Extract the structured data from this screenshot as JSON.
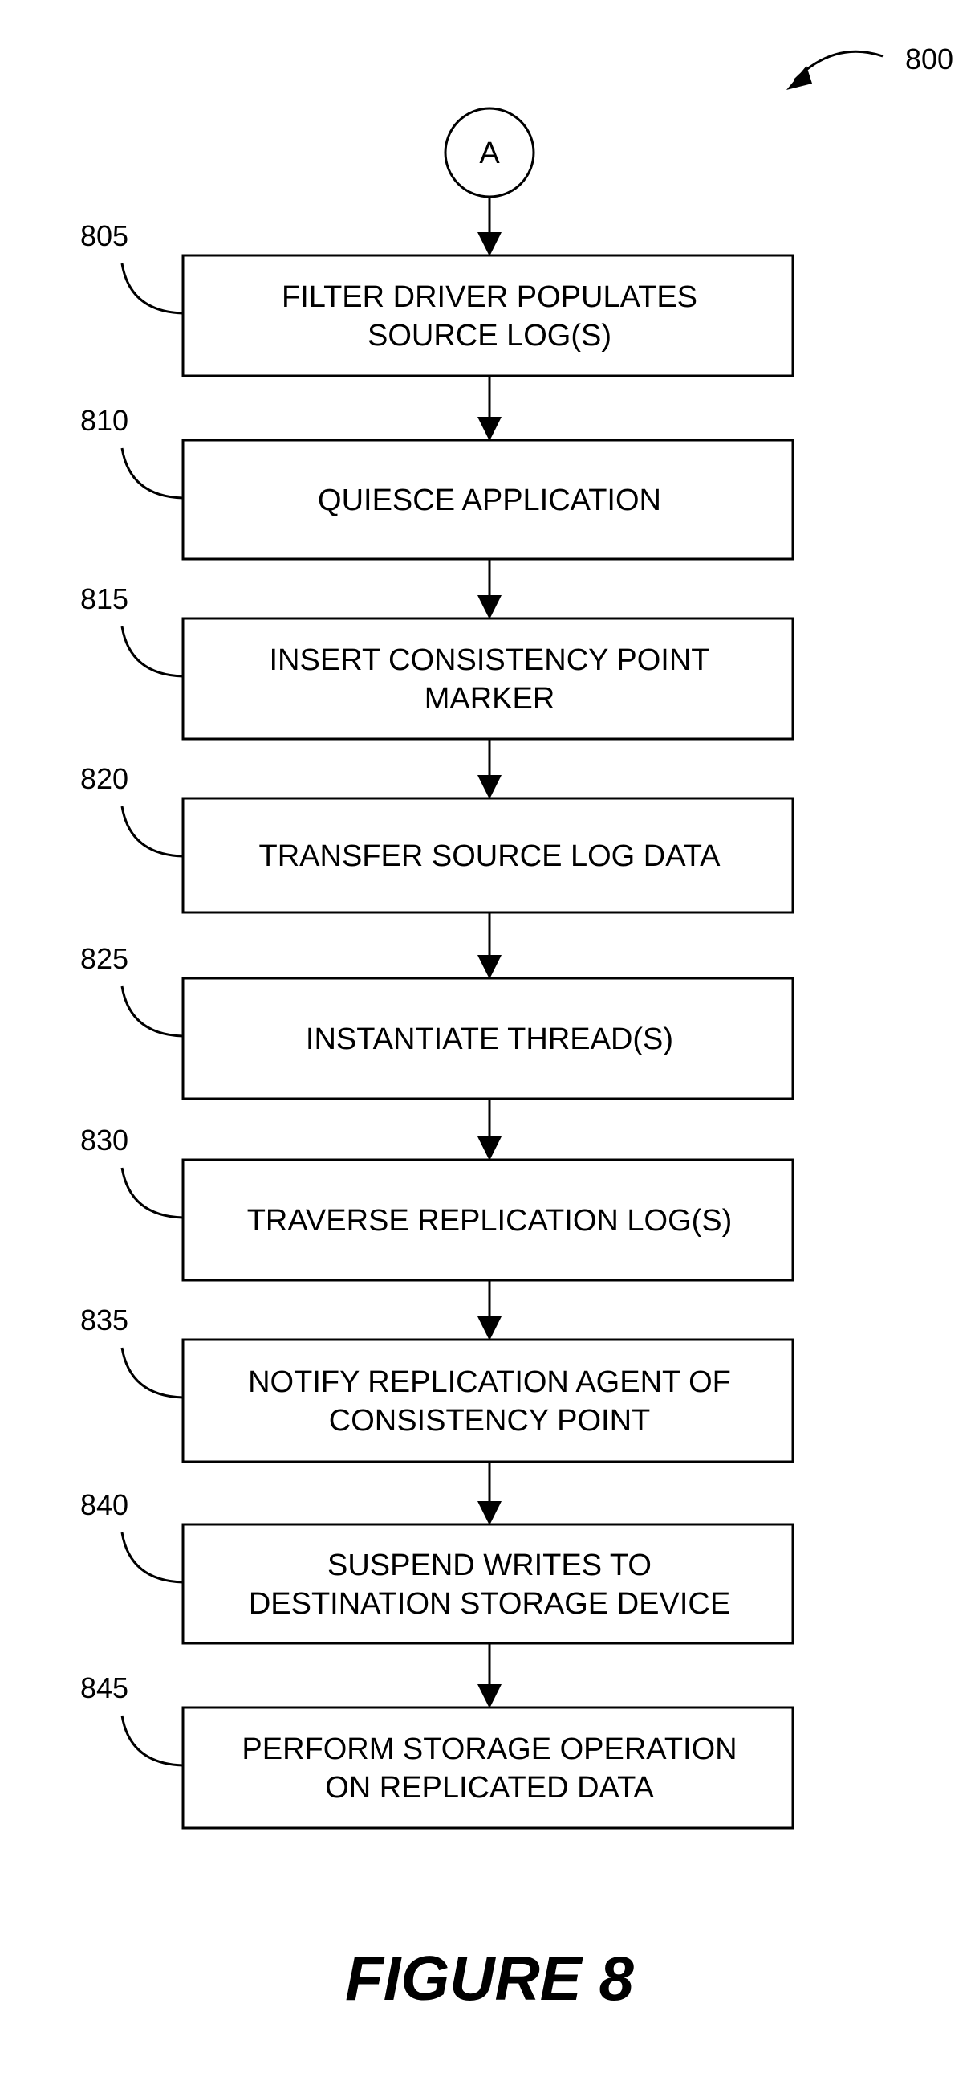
{
  "figure_ref": "800",
  "connector_label": "A",
  "steps": [
    {
      "ref": "805",
      "lines": [
        "FILTER DRIVER POPULATES",
        "SOURCE LOG(S)"
      ]
    },
    {
      "ref": "810",
      "lines": [
        "QUIESCE APPLICATION"
      ]
    },
    {
      "ref": "815",
      "lines": [
        "INSERT CONSISTENCY POINT",
        "MARKER"
      ]
    },
    {
      "ref": "820",
      "lines": [
        "TRANSFER SOURCE LOG DATA"
      ]
    },
    {
      "ref": "825",
      "lines": [
        "INSTANTIATE THREAD(S)"
      ]
    },
    {
      "ref": "830",
      "lines": [
        "TRAVERSE REPLICATION LOG(S)"
      ]
    },
    {
      "ref": "835",
      "lines": [
        "NOTIFY REPLICATION AGENT OF",
        "CONSISTENCY POINT"
      ]
    },
    {
      "ref": "840",
      "lines": [
        "SUSPEND WRITES TO",
        "DESTINATION STORAGE DEVICE"
      ]
    },
    {
      "ref": "845",
      "lines": [
        "PERFORM STORAGE OPERATION",
        "ON REPLICATED DATA"
      ]
    }
  ],
  "caption": "FIGURE 8"
}
